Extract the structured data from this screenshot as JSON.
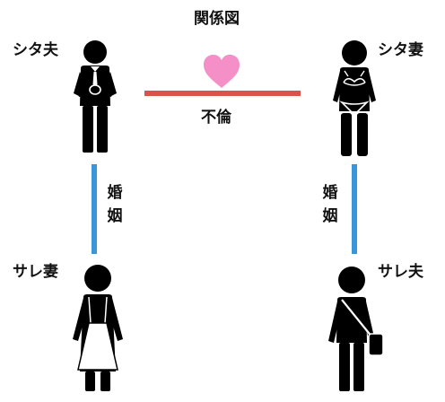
{
  "title": "関係図",
  "labels": {
    "cheating_husband": "シタ夫",
    "cheating_wife": "シタ妻",
    "wronged_wife": "サレ妻",
    "wronged_husband": "サレ夫",
    "affair": "不倫",
    "marriage_left": [
      "婚",
      "姻"
    ],
    "marriage_right": [
      "婚",
      "姻"
    ]
  },
  "icons": {
    "affair": "heart-icon",
    "cheating_husband": "man-in-suit-icon",
    "cheating_wife": "woman-in-lingerie-icon",
    "wronged_wife": "woman-in-apron-icon",
    "wronged_husband": "man-with-shoulder-bag-icon"
  },
  "colors": {
    "affair_line": "#d9534a",
    "marriage_line": "#3a96d8",
    "heart": "#f48fc7",
    "figure": "#000000"
  }
}
